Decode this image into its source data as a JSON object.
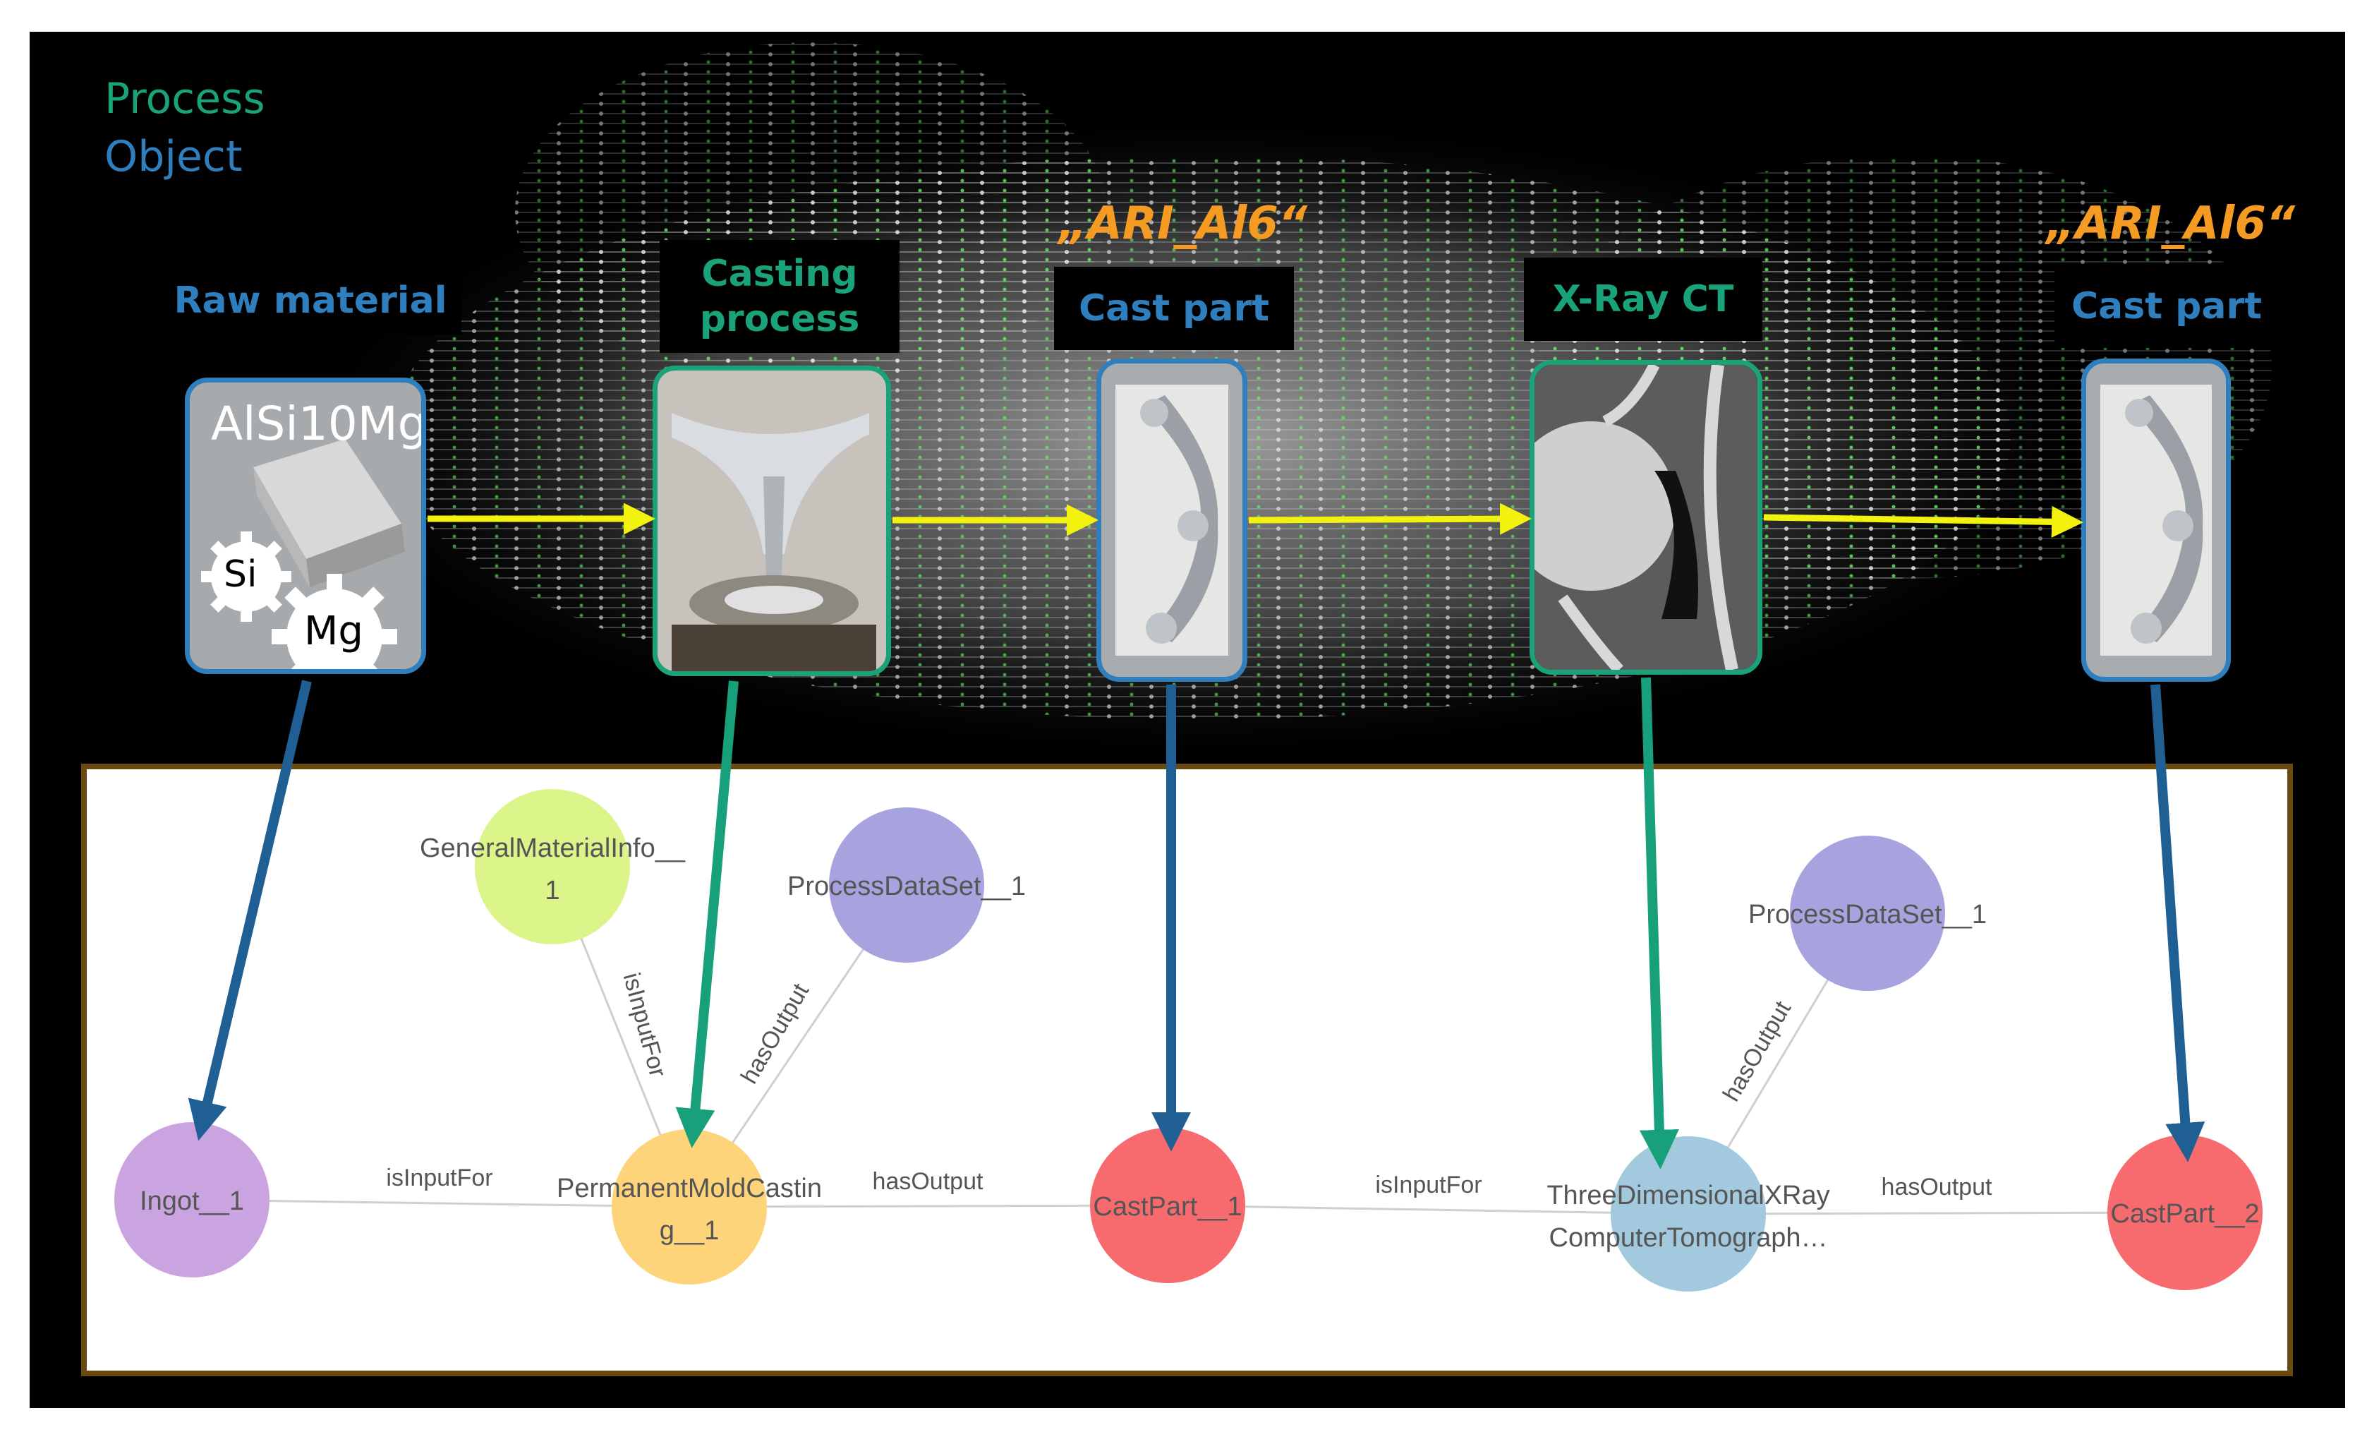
{
  "legend": {
    "process": "Process",
    "object": "Object",
    "process_color": "#1aa37a",
    "object_color": "#2f7fbf"
  },
  "pipeline": [
    {
      "header": "Raw material",
      "kind": "object",
      "tag": "",
      "card_label": "AlSi10Mg",
      "gear_si": "Si",
      "gear_mg": "Mg"
    },
    {
      "header": "Casting process",
      "kind": "process",
      "tag": ""
    },
    {
      "header": "Cast part",
      "kind": "object",
      "tag": "„ARI_Al6“"
    },
    {
      "header": "X-Ray CT",
      "kind": "process",
      "tag": ""
    },
    {
      "header": "Cast part",
      "kind": "object",
      "tag": "„ARI_Al6“"
    }
  ],
  "graph": {
    "nodes": [
      {
        "id": "ingot",
        "label": "Ingot__1",
        "color": "#c9a4e0"
      },
      {
        "id": "pmc",
        "label_line1": "PermanentMoldCastin",
        "label_line2": "g__1",
        "color": "#fdd47a"
      },
      {
        "id": "cast1",
        "label": "CastPart__1",
        "color": "#f76a6e"
      },
      {
        "id": "ct",
        "label_line1": "ThreeDimensionalXRay",
        "label_line2": "ComputerTomograph…",
        "color": "#a3c9df"
      },
      {
        "id": "cast2",
        "label": "CastPart__2",
        "color": "#f76a6e"
      },
      {
        "id": "gmi",
        "label_line1": "GeneralMaterialInfo__",
        "label_line2": "1",
        "color": "#dcf58a"
      },
      {
        "id": "pds1",
        "label": "ProcessDataSet__1",
        "color": "#a7a3df"
      },
      {
        "id": "pds2",
        "label": "ProcessDataSet__1",
        "color": "#a7a3df"
      }
    ],
    "edges": [
      {
        "from": "ingot",
        "to": "pmc",
        "label": "isInputFor"
      },
      {
        "from": "pmc",
        "to": "cast1",
        "label": "hasOutput"
      },
      {
        "from": "cast1",
        "to": "ct",
        "label": "isInputFor"
      },
      {
        "from": "ct",
        "to": "cast2",
        "label": "hasOutput"
      },
      {
        "from": "gmi",
        "to": "pmc",
        "label": "isInputFor"
      },
      {
        "from": "pds1",
        "to": "pmc",
        "label": "hasOutput"
      },
      {
        "from": "pds2",
        "to": "ct",
        "label": "hasOutput"
      }
    ]
  }
}
